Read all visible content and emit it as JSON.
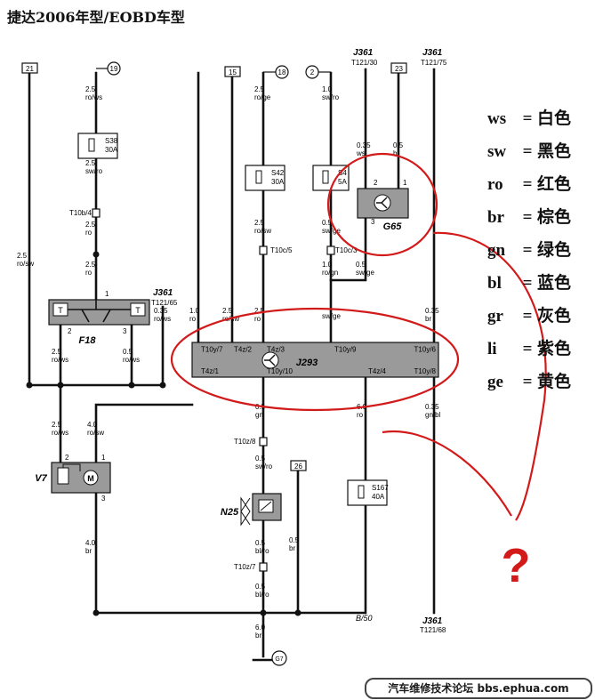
{
  "title": "捷达2006年型/EOBD车型",
  "wire_labels": {
    "w19": [
      "2.5",
      "ro/ws"
    ],
    "w38b": [
      "2.5",
      "sw/ro"
    ],
    "wt10b4": [
      "2.5",
      "ro"
    ],
    "wf18in": [
      "2.5",
      "ro"
    ],
    "w21": [
      "2.5",
      "ro/sw"
    ],
    "wf18a": [
      "2.5",
      "ro/ws"
    ],
    "wf18b": [
      "0.5",
      "ro/ws"
    ],
    "wj361a": [
      "0.35",
      "ro/ws"
    ],
    "wv7a": [
      "2.5",
      "ro/ws"
    ],
    "wv7b": [
      "4.0",
      "ro/sw"
    ],
    "wv7g": [
      "4.0",
      "br"
    ],
    "w10ro": [
      "1.0",
      "ro"
    ],
    "w15": [
      "2.5",
      "ro/sw"
    ],
    "w18": [
      "2.5",
      "ro/ge"
    ],
    "ws42": [
      "2.5",
      "ro/sw"
    ],
    "wt10c5": [
      "2.5",
      "ro"
    ],
    "w2": [
      "1.0",
      "sw/ro"
    ],
    "ws4b": [
      "0.5",
      "sw/ge"
    ],
    "wt10c": [
      "1.0",
      "ro/gn"
    ],
    "wg65b": [
      "0.5",
      "sw/ge"
    ],
    "wsg": [
      "sw/ge"
    ],
    "wg65l": [
      "0.35",
      "ws"
    ],
    "wg65r": [
      "0.5",
      "br"
    ],
    "w75": [
      "0.35",
      "br"
    ],
    "wn25a": [
      "0.5",
      "gn"
    ],
    "wn25b": [
      "0.5",
      "sw/ro"
    ],
    "wn25c": [
      "0.5",
      "bl/ro"
    ],
    "wn25d": [
      "0.5",
      "bl/ro"
    ],
    "wg7": [
      "6.0",
      "br"
    ],
    "w26": [
      "0.5",
      "br"
    ],
    "w167": [
      "6.0",
      "ro"
    ],
    "w68": [
      "0.35",
      "gn/bl"
    ]
  },
  "terminals": {
    "t19": "19",
    "t21": "21",
    "t15": "15",
    "t18": "18",
    "t2": "2",
    "t23": "23",
    "t26": "26",
    "tg7": "G7"
  },
  "fuses": {
    "s38": [
      "S38",
      "30A"
    ],
    "s42": [
      "S42",
      "30A"
    ],
    "s4": [
      "S4",
      "5A"
    ],
    "s167": [
      "S167",
      "40A"
    ]
  },
  "connectors": {
    "t10b4": "T10b/4",
    "t10c5": "T10c/5",
    "t10c": "T10c/3",
    "t10z8": "T10z/8",
    "t10z7": "T10z/7"
  },
  "j361_refs": {
    "r30": [
      "J361",
      "T121/30"
    ],
    "r75": [
      "J361",
      "T121/75"
    ],
    "r65": [
      "J361",
      "T121/65"
    ],
    "r68": [
      "J361",
      "T121/68"
    ]
  },
  "b50": "B/50",
  "components": {
    "f18": "F18",
    "f18_pin1": "1",
    "f18_pin2": "2",
    "f18_pin3": "3",
    "f18_t": "T",
    "v7": "V7",
    "v7_pin1": "1",
    "v7_pin2": "2",
    "v7_pin3": "3",
    "v7_m": "M",
    "g65": "G65",
    "g65_pin1": "1",
    "g65_pin2": "2",
    "g65_pin3": "3",
    "n25": "N25",
    "j293": "J293"
  },
  "j293_pins": {
    "p1": "T10y/7",
    "p2": "T4z/2",
    "p3": "T4z/3",
    "p4": "T10y/9",
    "p5": "T10y/6",
    "p6": "T4z/1",
    "p7": "T10y/10",
    "p8": "T4z/4",
    "p9": "T10y/8"
  },
  "legend": [
    {
      "code": "ws",
      "eq": "=",
      "color": "白色"
    },
    {
      "code": "sw",
      "eq": "=",
      "color": "黑色"
    },
    {
      "code": "ro",
      "eq": "=",
      "color": "红色"
    },
    {
      "code": "br",
      "eq": "=",
      "color": "棕色"
    },
    {
      "code": "gn",
      "eq": "=",
      "color": "绿色"
    },
    {
      "code": "bl",
      "eq": "=",
      "color": "蓝色"
    },
    {
      "code": "gr",
      "eq": "=",
      "color": "灰色"
    },
    {
      "code": "li",
      "eq": "=",
      "color": "紫色"
    },
    {
      "code": "ge",
      "eq": "=",
      "color": "黄色"
    }
  ],
  "annotation": "?",
  "footer": "汽车维修技术论坛 bbs.ephua.com",
  "colors": {
    "wire": "#111111",
    "component": "#9a9a9a",
    "annotation": "#d21a1a"
  }
}
